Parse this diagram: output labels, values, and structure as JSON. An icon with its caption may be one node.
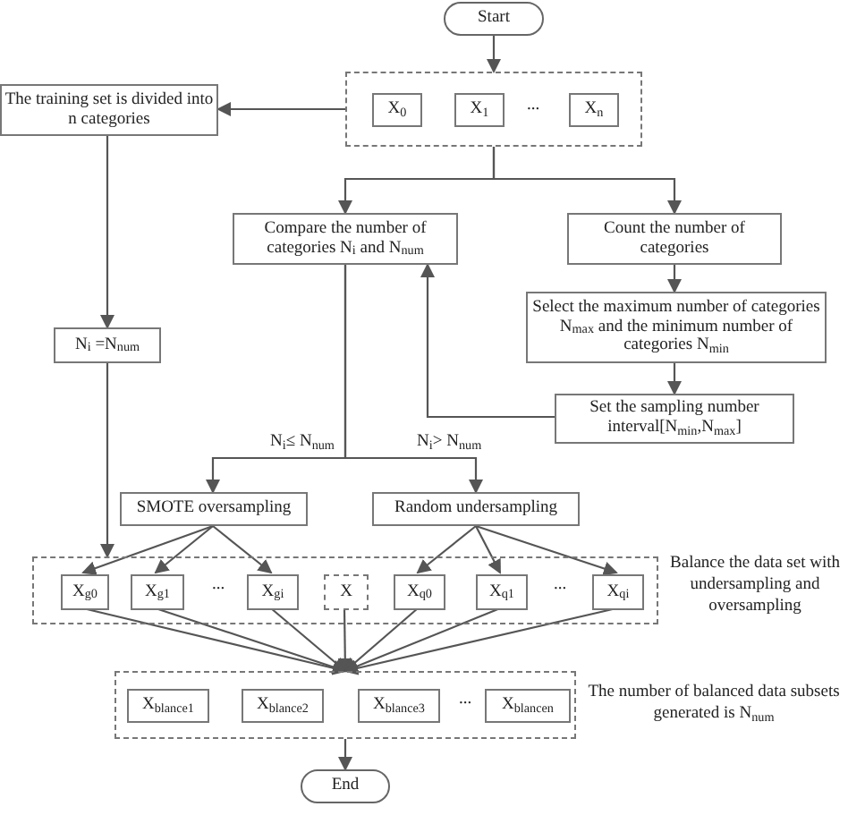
{
  "diagram": {
    "nodes": [
      {
        "text": [
          "Start"
        ]
      },
      {
        "text": [],
        "shape": "box"
      },
      {
        "text": [
          "X$_{0}$"
        ],
        "in": 1
      },
      {
        "text": [
          "X$_{1}$"
        ],
        "in": 1
      },
      {
        "text": [
          "X$_{n}$"
        ],
        "in": 1
      },
      {
        "text": [
          "The training set is divided into n categories"
        ]
      },
      {
        "text": [
          "Compare the number of categories N$_{i}$ and N$_{num}$"
        ]
      },
      {
        "text": [
          "Count the number of categories"
        ]
      },
      {
        "text": [
          "N$_{i}$ =N$_{num}$"
        ]
      },
      {
        "text": [
          "Select the maximum number of categories N$_{max}$ and the minimum number of categories N$_{min}$"
        ]
      },
      {
        "text": [
          "Set the sampling number interval[N$_{min}$,N$_{max}$]"
        ]
      },
      {
        "text": [
          "SMOTE oversampling"
        ]
      },
      {
        "text": [
          "Random undersampling"
        ]
      },
      {
        "text": [],
        "shape": "box",
        "beside": [
          "Balance the data set with undersampling and oversampling"
        ]
      },
      {
        "text": [
          "X$_{g0}$"
        ],
        "in": 13
      },
      {
        "text": [
          "X$_{g1}$"
        ],
        "in": 13
      },
      {
        "text": [
          "X$_{gi}$"
        ],
        "in": 13
      },
      {
        "text": [
          "X"
        ],
        "in": 13
      },
      {
        "text": [
          "X$_{q0}$"
        ],
        "in": 13
      },
      {
        "text": [
          "X$_{q1}$"
        ],
        "in": 13
      },
      {
        "text": [
          "X$_{qi}$"
        ],
        "in": 13
      },
      {
        "text": [],
        "shape": "box",
        "beside": [
          "The number of balanced data subsets generated is N$_{num}$"
        ]
      },
      {
        "text": [
          "X$_{blance1}$"
        ],
        "in": 21
      },
      {
        "text": [
          "X$_{blance2}$"
        ],
        "in": 21
      },
      {
        "text": [
          "X$_{blance3}$"
        ],
        "in": 21
      },
      {
        "text": [
          "X$_{blancen}$"
        ],
        "in": 21
      },
      {
        "text": [
          "End"
        ]
      }
    ],
    "edges": [
      {
        "from": 0,
        "to": 1,
        "arrow": "to"
      },
      {
        "from": 1,
        "to": 5,
        "arrow": "to"
      },
      {
        "from": 1,
        "to": 6,
        "arrow": "to"
      },
      {
        "from": 1,
        "to": 7,
        "arrow": "to"
      },
      {
        "from": 5,
        "to": 8,
        "arrow": "to"
      },
      {
        "from": 8,
        "to": 13,
        "arrow": "to"
      },
      {
        "from": 7,
        "to": 9,
        "arrow": "to"
      },
      {
        "from": 9,
        "to": 10,
        "arrow": "to"
      },
      {
        "from": 10,
        "to": 6,
        "arrow": "to"
      },
      {
        "from": 6,
        "to": 11,
        "arrow": "to",
        "label": "N$_{i}$≤ N$_{num}$"
      },
      {
        "from": 6,
        "to": 12,
        "arrow": "to",
        "label": "N$_{i}$> N$_{num}$"
      },
      {
        "from": 11,
        "to": 14,
        "arrow": "to"
      },
      {
        "from": 11,
        "to": 15,
        "arrow": "to"
      },
      {
        "from": 11,
        "to": 16,
        "arrow": "to"
      },
      {
        "from": 12,
        "to": 18,
        "arrow": "to"
      },
      {
        "from": 12,
        "to": 19,
        "arrow": "to"
      },
      {
        "from": 12,
        "to": 20,
        "arrow": "to"
      },
      {
        "from": 14,
        "to": 21,
        "arrow": "to"
      },
      {
        "from": 15,
        "to": 21,
        "arrow": "to"
      },
      {
        "from": 16,
        "to": 21,
        "arrow": "to"
      },
      {
        "from": 17,
        "to": 21,
        "arrow": "to"
      },
      {
        "from": 18,
        "to": 21,
        "arrow": "to"
      },
      {
        "from": 19,
        "to": 21,
        "arrow": "to"
      },
      {
        "from": 20,
        "to": 21,
        "arrow": "to"
      },
      {
        "from": 21,
        "to": 26,
        "arrow": "to"
      }
    ],
    "labels": [
      "...",
      "...",
      "...",
      "..."
    ]
  }
}
